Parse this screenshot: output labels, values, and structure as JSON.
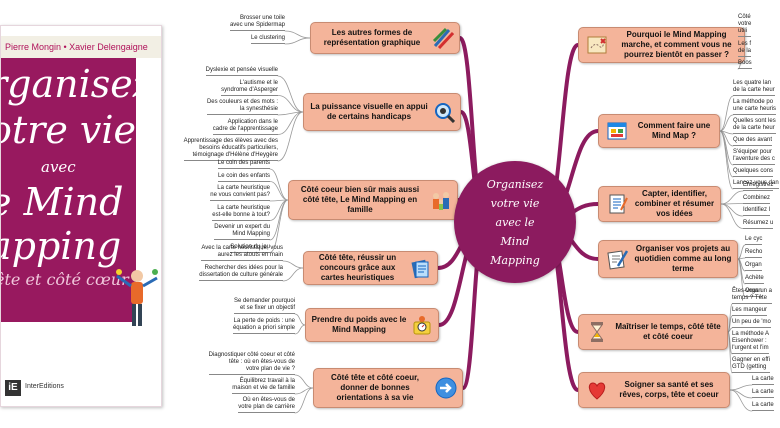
{
  "center": {
    "lines": [
      "Organisez",
      "votre vie",
      "avec le",
      "Mind",
      "Mapping"
    ]
  },
  "book": {
    "authors": "Pierre Mongin • Xavier Delengaigne",
    "title_lines": [
      "rganisez",
      "otre vie",
      "avec",
      "e Mind",
      "apping",
      "ête et côté cœur"
    ],
    "publisher": "InterEditions"
  },
  "branches_left": [
    {
      "label": "Les autres formes de représentation graphique",
      "icon": "pencils-icon",
      "leaves": [
        [
          "Brosser une toile",
          "avec une Spidermap"
        ],
        [
          "Le clustering"
        ]
      ]
    },
    {
      "label": "La puissance visuelle en appui de certains handicaps",
      "icon": "magnifier-icon",
      "leaves": [
        [
          "Dyslexie et pensée visuelle"
        ],
        [
          "L'autisme et le",
          "syndrome d'Asperger"
        ],
        [
          "Des couleurs et des mots :",
          "la synesthésie"
        ],
        [
          "Application dans le",
          "cadre de l'apprentissage"
        ],
        [
          "Apprentissage des élèves avec des",
          "besoins éducatifs particuliers,",
          "témoignage d'Hélène d'Heygère"
        ]
      ]
    },
    {
      "label": "Côté coeur bien sûr mais aussi côté tête, Le Mind Mapping en famille",
      "icon": "family-icon",
      "leaves": [
        [
          "Le coin des parents"
        ],
        [
          "Le coin des enfants"
        ],
        [
          "La carte heuristique",
          "ne vous convient pas?"
        ],
        [
          "La carte heuristique",
          "est-elle bonne à tout?"
        ],
        [
          "Devenir un expert du",
          "Mind Mapping"
        ],
        [
          "Solution du jeu"
        ]
      ]
    },
    {
      "label": "Côté tête, réussir un concours grâce aux cartes heuristiques",
      "icon": "book-icon",
      "leaves": [
        [
          "Avec la carte heuristique, vous",
          "aurez les atouts en main"
        ],
        [
          "Rechercher des idées pour la",
          "dissertation de culture générale"
        ]
      ]
    },
    {
      "label": "Prendre du poids avec le Mind Mapping",
      "icon": "scale-icon",
      "leaves": [
        [
          "Se demander pourquoi",
          "et se fixer un objectif"
        ],
        [
          "La perte de poids : une",
          "équation a priori simple"
        ]
      ]
    },
    {
      "label": "Côté tête et côté coeur, donner de bonnes orientations à sa vie",
      "icon": "arrow-icon",
      "leaves": [
        [
          "Diagnostiquer côté coeur et côté",
          "tête : où en êtes-vous de",
          "votre plan de vie ?"
        ],
        [
          "Équilibrez travail à la",
          "maison et vie de famille"
        ],
        [
          "Où en êtes-vous de",
          "votre plan de carrière"
        ]
      ]
    }
  ],
  "branches_right": [
    {
      "label": "Pourquoi le Mind Mapping marche, et comment vous ne pourrez bientôt en passer ?",
      "icon": "treasure-map-icon",
      "leaves": [
        [
          "Côté",
          "votre",
          "utili"
        ],
        [
          "Les f",
          "de la"
        ],
        [
          "Boos"
        ]
      ]
    },
    {
      "label": "Comment faire une Mind Map ?",
      "icon": "window-icon",
      "leaves": [
        [
          "Les quatre lan",
          "de la carte heur"
        ],
        [
          "La méthode po",
          "une carte heuris"
        ],
        [
          "Quelles sont les",
          "de la carte heur"
        ],
        [
          "Que des avant"
        ],
        [
          "S'équiper pour",
          "l'aventure des c"
        ],
        [
          "Quelques cons"
        ],
        [
          "Lancez-vous dan"
        ]
      ]
    },
    {
      "label": "Capter, identifier, combiner et résumer vos idées",
      "icon": "notepad-icon",
      "leaves": [
        [
          "Enregistrez"
        ],
        [
          "Combinez"
        ],
        [
          "Identifiez l"
        ],
        [
          "Résumez u"
        ]
      ]
    },
    {
      "label": "Organiser vos projets au quotidien comme au long terme",
      "icon": "pen-paper-icon",
      "leaves": [
        [
          "Le cyc"
        ],
        [
          "Recho"
        ],
        [
          "Organ"
        ],
        [
          "Achète"
        ],
        [
          "Organ"
        ]
      ]
    },
    {
      "label": "Maîtriser le temps, côté tête et côté coeur",
      "icon": "hourglass-icon",
      "leaves": [
        [
          "Êtes-vous un a",
          "temps ? Tête"
        ],
        [
          "Les mangeur"
        ],
        [
          "Un peu de 'mo"
        ],
        [
          "La méthode A",
          "Eisenhower :",
          "l'urgent et l'im"
        ],
        [
          "Gagner en effi",
          "GTD (getting"
        ]
      ]
    },
    {
      "label": "Soigner sa santé et ses rêves, corps, tête et coeur",
      "icon": "heart-icon",
      "leaves": [
        [
          "La carte"
        ],
        [
          "La carte"
        ],
        [
          "La carte"
        ]
      ]
    }
  ],
  "colors": {
    "branch": "#8c1b5f",
    "node_fill": "#f4b49a",
    "node_border": "#c88b72",
    "leaf_line": "#888888"
  }
}
